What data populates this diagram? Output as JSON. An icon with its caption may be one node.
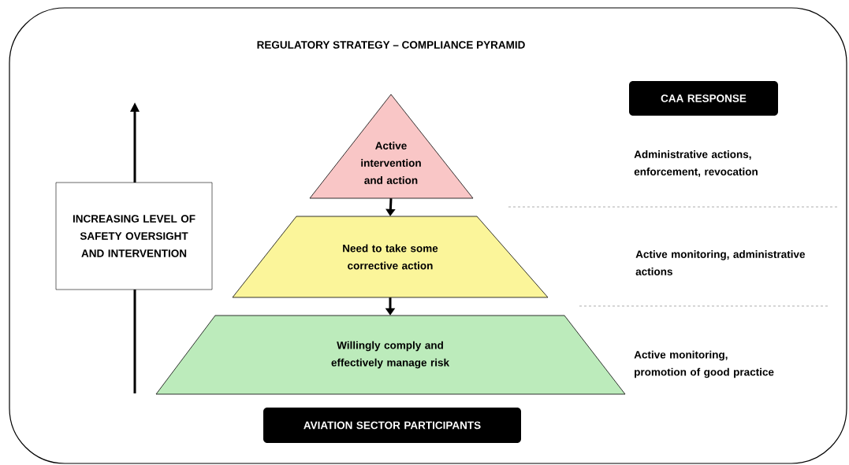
{
  "diagram": {
    "title": "REGULATORY STRATEGY – COMPLIANCE PYRAMID",
    "nodes": [
      {
        "text": [
          "Active intervention and action"
        ]
      },
      {
        "text": [
          "Need to take some corrective action"
        ]
      },
      {
        "text": [
          "Willingly comply and effectively manage risk"
        ]
      },
      {
        "text": [
          "INCREASING LEVEL OF SAFETY OVERSIGHT AND INTERVENTION"
        ]
      },
      {
        "text": [
          "CAA RESPONSE"
        ]
      },
      {
        "text": [
          "AVIATION SECTOR PARTICIPANTS"
        ]
      }
    ],
    "edges": [
      {
        "from": 0,
        "to": 1,
        "arrow": "to"
      },
      {
        "from": 1,
        "to": 2,
        "arrow": "to"
      }
    ],
    "labels": [
      "Administrative actions, enforcement, revocation",
      "Active monitoring, administrative actions",
      "Active monitoring, promotion of good practice"
    ]
  }
}
